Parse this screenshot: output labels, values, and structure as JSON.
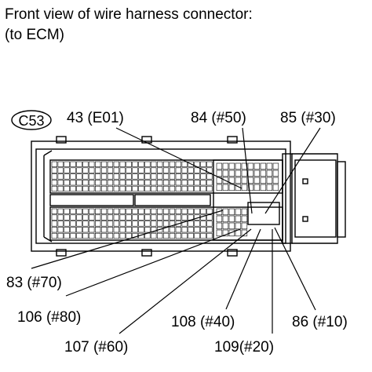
{
  "title": {
    "line1": "Front view of wire harness connector:",
    "line2": "(to ECM)"
  },
  "connector_id": "C53",
  "labels": {
    "pin43": "43 (E01)",
    "pin84": "84 (#50)",
    "pin85": "85 (#30)",
    "pin83": "83 (#70)",
    "pin106": "106 (#80)",
    "pin107": "107 (#60)",
    "pin108": "108 (#40)",
    "pin109": "109(#20)",
    "pin86": "86 (#10)"
  }
}
